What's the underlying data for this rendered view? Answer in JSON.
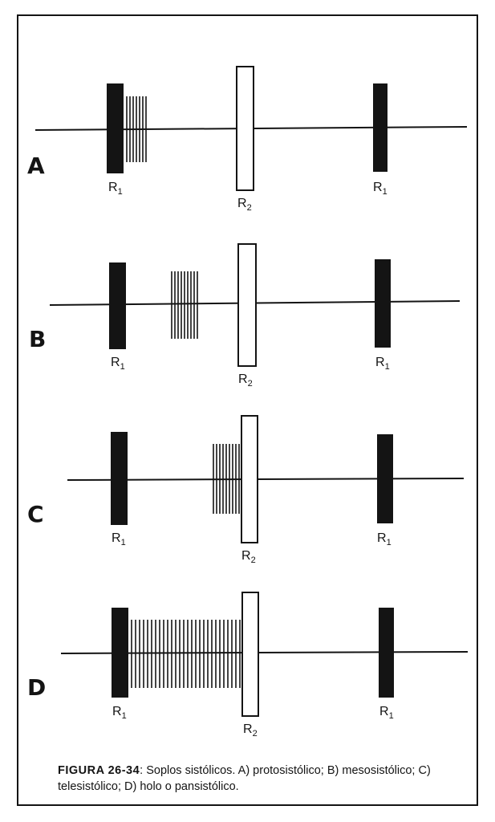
{
  "figure": {
    "panels": [
      {
        "letter": "A",
        "s1_label": "R",
        "s1_sub": "1",
        "s2_label": "R",
        "s2_sub": "2",
        "s1b_label": "R",
        "s1b_sub": "1",
        "murmur_phase": "protosistólico"
      },
      {
        "letter": "B",
        "s1_label": "R",
        "s1_sub": "1",
        "s2_label": "R",
        "s2_sub": "2",
        "s1b_label": "R",
        "s1b_sub": "1",
        "murmur_phase": "mesosistólico"
      },
      {
        "letter": "C",
        "s1_label": "R",
        "s1_sub": "1",
        "s2_label": "R",
        "s2_sub": "2",
        "s1b_label": "R",
        "s1b_sub": "1",
        "murmur_phase": "telesistólico"
      },
      {
        "letter": "D",
        "s1_label": "R",
        "s1_sub": "1",
        "s2_label": "R",
        "s2_sub": "2",
        "s1b_label": "R",
        "s1b_sub": "1",
        "murmur_phase": "holo o pansistólico"
      }
    ],
    "caption": {
      "label": "FIGURA 26-34",
      "text": ": Soplos sistólicos. A) protosistólico; B) mesosistólico; C) telesistólico; D) holo o pansistólico."
    },
    "colors": {
      "ink": "#141414",
      "background": "#ffffff"
    }
  }
}
